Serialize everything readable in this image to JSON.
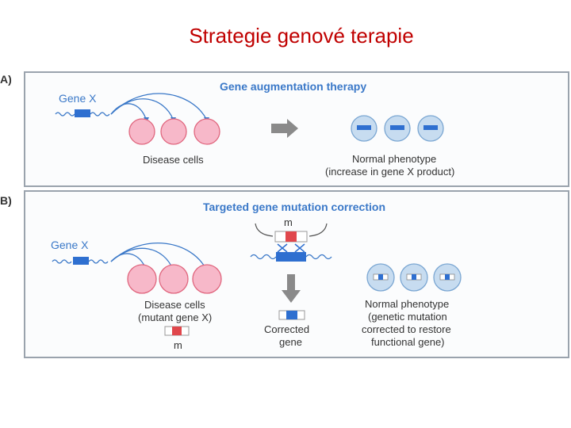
{
  "title": "Strategie genové terapie",
  "panel_a": {
    "label": "A)",
    "heading": "Gene augmentation therapy",
    "gene_label": "Gene X",
    "cells_label": "Disease cells",
    "result_line1": "Normal phenotype",
    "result_line2": "(increase in gene X product)"
  },
  "panel_b": {
    "label": "B)",
    "heading": "Targeted gene mutation correction",
    "gene_label": "Gene X",
    "mutation_top": "m",
    "cells_line1": "Disease cells",
    "cells_line2": "(mutant gene X)",
    "mutation_bottom": "m",
    "corrected_line1": "Corrected",
    "corrected_line2": "gene",
    "result_line1": "Normal phenotype",
    "result_line2": "(genetic mutation",
    "result_line3": "corrected to restore",
    "result_line4": "functional gene)"
  },
  "colors": {
    "title": "#c00000",
    "heading": "#3a78c8",
    "gene_blue": "#2e6fd0",
    "mutant_red": "#e0474c",
    "disease_cell_fill": "#f7b8c9",
    "disease_cell_stroke": "#e0667e",
    "normal_cell_fill": "#c7dcf0",
    "normal_cell_stroke": "#7aa6d2"
  }
}
